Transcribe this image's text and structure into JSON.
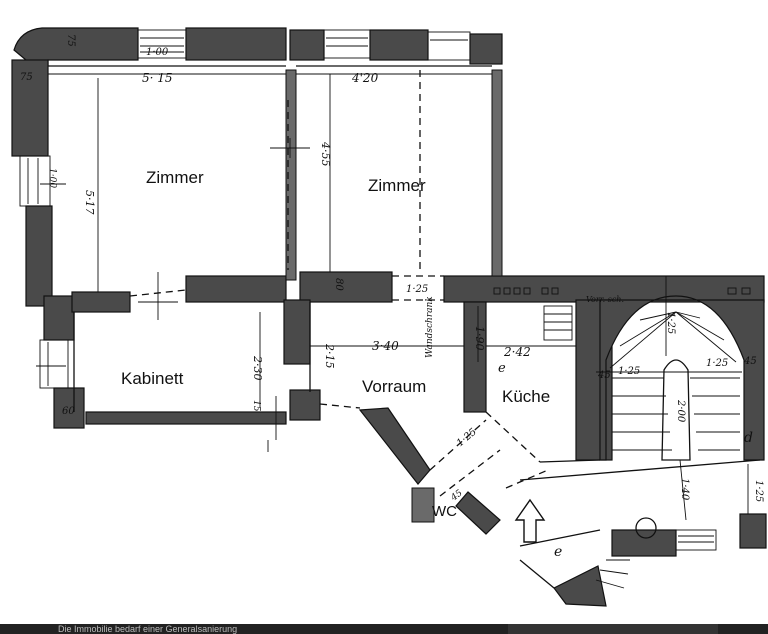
{
  "plan": {
    "rooms": {
      "zimmer_left": "Zimmer",
      "zimmer_right": "Zimmer",
      "kabinett": "Kabinett",
      "vorraum": "Vorraum",
      "kueche": "Küche",
      "wc": "WC"
    },
    "dimensions": {
      "zimmer_left_width": "5· 15",
      "zimmer_right_width": "4'20",
      "zimmer_left_depth": "5·17",
      "zimmer_right_depth": "4·55",
      "window_top": "1·00",
      "window_left": "1·00",
      "corner_75_top": "75",
      "corner_75_left": "75",
      "kabinett_depth": "2·30",
      "vorraum_width": "3·40",
      "vorraum_depth": "2·15",
      "kueche_width": "2·42",
      "kueche_depth": "1·90",
      "door_125": "1·25",
      "door_80": "80",
      "stair_125_a": "1·25",
      "stair_125_b": "1·25",
      "stair_125_c": "1·25",
      "stair_45_left": "45",
      "stair_45_right": "45",
      "stair_200": "2·00",
      "landing_140": "1·40",
      "landing_125": "1·25",
      "wc_45": "45",
      "passage_125": "1·25",
      "wall_60": "60",
      "wall_15": "15",
      "corner_d": "d",
      "mark_e_1": "e",
      "mark_e_2": "e",
      "abstellraum_note": "Vorr. sch.",
      "wandschrank_note": "Wandschrank"
    },
    "entrance_arrow": "entrance-arrow-icon"
  },
  "footer": {
    "caption": "Die Immobilie bedarf einer Generalsanierung"
  },
  "colors": {
    "wall": "#4a4a4a",
    "ink": "#111111",
    "paper": "#ffffff",
    "footer": "#222222"
  }
}
